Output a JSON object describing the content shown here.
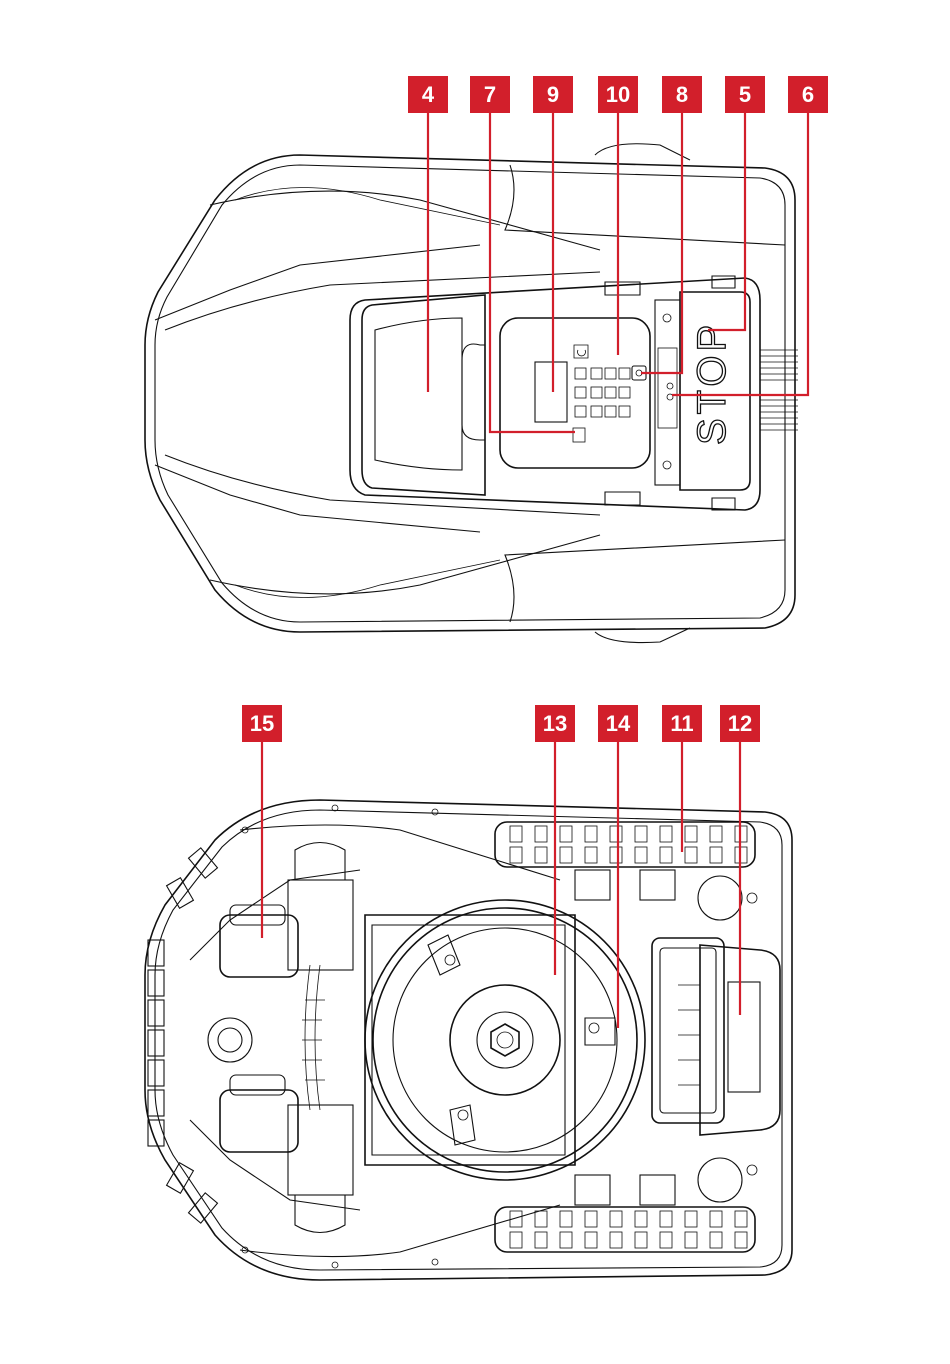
{
  "top_view": {
    "labels": [
      {
        "id": "label-4",
        "text": "4"
      },
      {
        "id": "label-7",
        "text": "7"
      },
      {
        "id": "label-9",
        "text": "9"
      },
      {
        "id": "label-10",
        "text": "10"
      },
      {
        "id": "label-8",
        "text": "8"
      },
      {
        "id": "label-5",
        "text": "5"
      },
      {
        "id": "label-6",
        "text": "6"
      }
    ],
    "stop_text": "STOP"
  },
  "bottom_view": {
    "labels": [
      {
        "id": "label-15",
        "text": "15"
      },
      {
        "id": "label-13",
        "text": "13"
      },
      {
        "id": "label-14",
        "text": "14"
      },
      {
        "id": "label-11",
        "text": "11"
      },
      {
        "id": "label-12",
        "text": "12"
      }
    ]
  },
  "colors": {
    "badge": "#d21f2b",
    "line": "#111111"
  }
}
